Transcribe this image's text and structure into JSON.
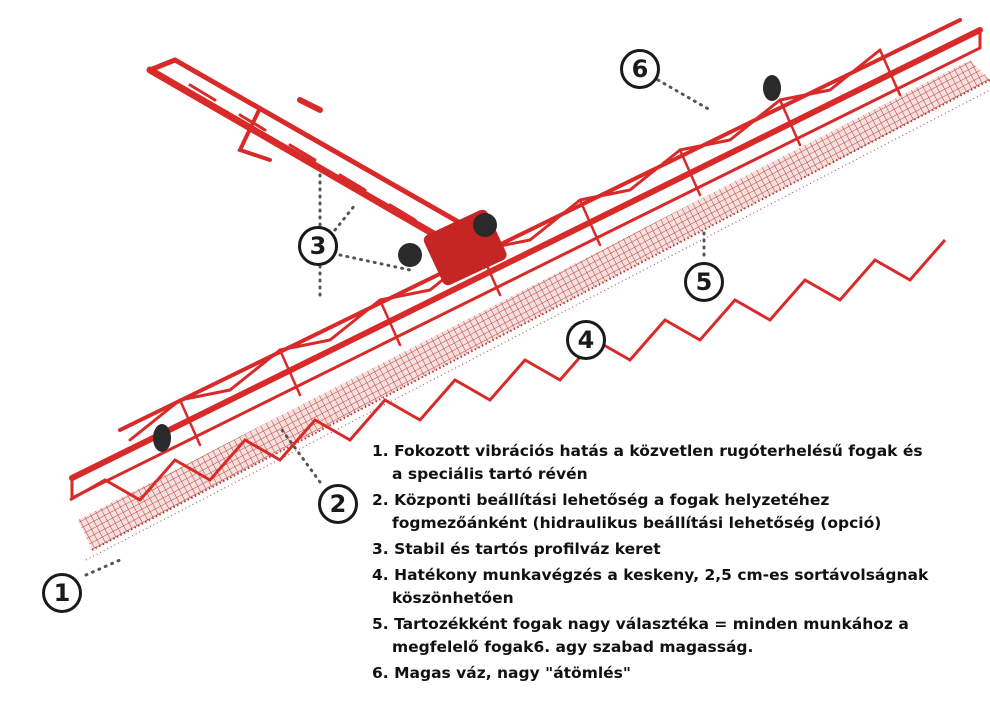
{
  "callouts": [
    {
      "id": 1,
      "label": "1"
    },
    {
      "id": 2,
      "label": "2"
    },
    {
      "id": 3,
      "label": "3"
    },
    {
      "id": 4,
      "label": "4"
    },
    {
      "id": 5,
      "label": "5"
    },
    {
      "id": 6,
      "label": "6"
    }
  ],
  "legend": [
    {
      "number": "1.",
      "line1": "Fokozott vibrációs hatás a közvetlen rugóterhelésű fogak és",
      "line2": "a speciális tartó révén"
    },
    {
      "number": "2.",
      "line1": "Központi beállítási lehetőség a fogak helyzetéhez",
      "line2": "fogmezőánként (hidraulikus beállítási lehetőség (opció)"
    },
    {
      "number": "3.",
      "line1": "Stabil és tartós profilváz keret",
      "line2": ""
    },
    {
      "number": "4.",
      "line1": "Hatékony munkavégzés a keskeny, 2,5 cm-es sortávolságnak",
      "line2": "köszönhetően"
    },
    {
      "number": "5.",
      "line1": "Tartozékként fogak nagy választéka = minden munkához a",
      "line2": "megfelelő fogak6. agy szabad magasság."
    },
    {
      "number": "6.",
      "line1": "Magas váz, nagy \"átömlés\"",
      "line2": ""
    }
  ],
  "colors": {
    "frame": "#d92a2a",
    "frame_dark": "#a81d1d",
    "tines": "#c94a4a",
    "ink": "#1a1a1a"
  }
}
